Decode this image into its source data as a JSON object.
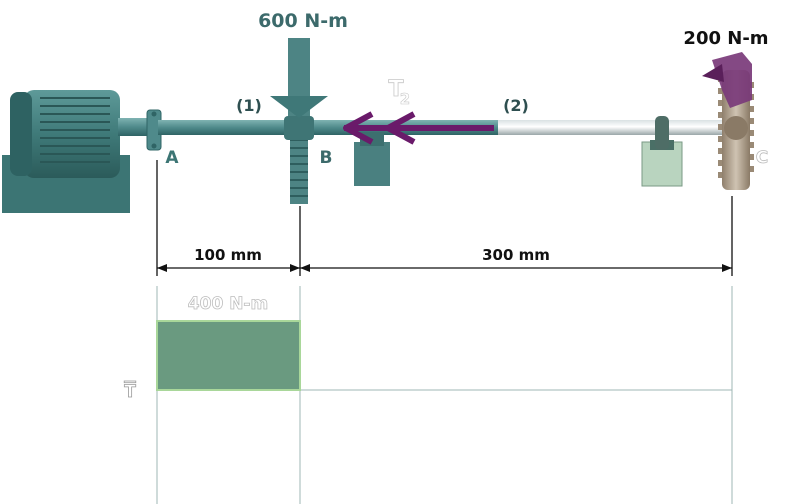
{
  "torques": {
    "applied_b": "600 N-m",
    "applied_c": "200 N-m",
    "internal_ab": "400 N-m",
    "internal_ab_value": 400
  },
  "segments": {
    "seg1": "(1)",
    "seg2": "(2)",
    "twist_label": "T",
    "twist_sub": "2"
  },
  "points": {
    "a": "A",
    "b": "B",
    "c": "C"
  },
  "dimensions": {
    "ab": "100 mm",
    "bc": "300 mm"
  },
  "plot": {
    "axis_label": "T"
  },
  "colors": {
    "shaft": "#4f8a8b",
    "motor": "#3f7a79",
    "gear_b": "#4d8484",
    "gear_c_teeth": "#b8a894",
    "torque_arrow": "#6a1a6a",
    "diagram_fill": "#6a9a80",
    "diagram_stroke": "#a9d79a"
  }
}
